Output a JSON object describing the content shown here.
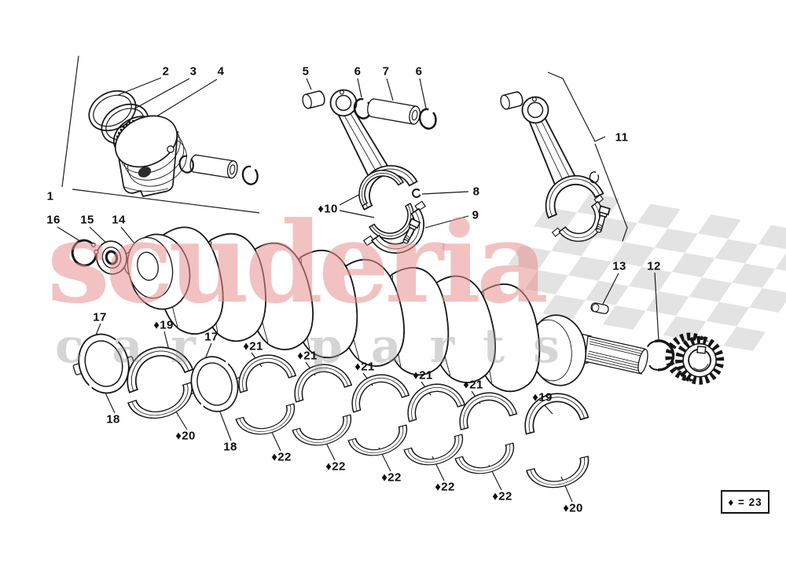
{
  "diagram": {
    "legend_note": "♦ = 23",
    "watermark_primary": "scuderia",
    "watermark_secondary": "car parts"
  },
  "labels": [
    {
      "part": "piston-conrod-assembly",
      "text": "1"
    },
    {
      "part": "top-piston-ring",
      "text": "2"
    },
    {
      "part": "second-piston-ring",
      "text": "3"
    },
    {
      "part": "oil-scraper-ring",
      "text": "4"
    },
    {
      "part": "small-end-bushing",
      "text": "5"
    },
    {
      "part": "gudgeon-pin-circlip-left",
      "text": "6"
    },
    {
      "part": "gudgeon-pin",
      "text": "7"
    },
    {
      "part": "gudgeon-pin-circlip-right",
      "text": "6"
    },
    {
      "part": "retaining-clip",
      "text": "8"
    },
    {
      "part": "connecting-rod-bolt",
      "text": "9"
    },
    {
      "part": "conrod-bearing-shells",
      "text": "♦10"
    },
    {
      "part": "connecting-rod",
      "text": "11"
    },
    {
      "part": "shaft-snap-ring",
      "text": "12"
    },
    {
      "part": "woodruff-key",
      "text": "13"
    },
    {
      "part": "front-hub",
      "text": "14"
    },
    {
      "part": "front-bearing",
      "text": "15"
    },
    {
      "part": "front-snap-ring",
      "text": "16"
    },
    {
      "part": "thrust-washer-half-upper-1",
      "text": "17"
    },
    {
      "part": "main-bearing-upper-end-left",
      "text": "♦19"
    },
    {
      "part": "thrust-washer-half-upper-2",
      "text": "17"
    },
    {
      "part": "main-bearing-upper-1",
      "text": "♦21"
    },
    {
      "part": "main-bearing-upper-2",
      "text": "♦21"
    },
    {
      "part": "main-bearing-upper-3",
      "text": "♦21"
    },
    {
      "part": "main-bearing-upper-4",
      "text": "♦21"
    },
    {
      "part": "main-bearing-upper-5",
      "text": "♦21"
    },
    {
      "part": "main-bearing-upper-end-right",
      "text": "♦19"
    },
    {
      "part": "thrust-washer-half-lower-1",
      "text": "18"
    },
    {
      "part": "main-bearing-lower-end-left",
      "text": "♦20"
    },
    {
      "part": "thrust-washer-half-lower-2",
      "text": "18"
    },
    {
      "part": "main-bearing-lower-1",
      "text": "♦22"
    },
    {
      "part": "main-bearing-lower-2",
      "text": "♦22"
    },
    {
      "part": "main-bearing-lower-3",
      "text": "♦22"
    },
    {
      "part": "main-bearing-lower-4",
      "text": "♦22"
    },
    {
      "part": "main-bearing-lower-5",
      "text": "♦22"
    },
    {
      "part": "main-bearing-lower-end-right",
      "text": "♦20"
    }
  ]
}
